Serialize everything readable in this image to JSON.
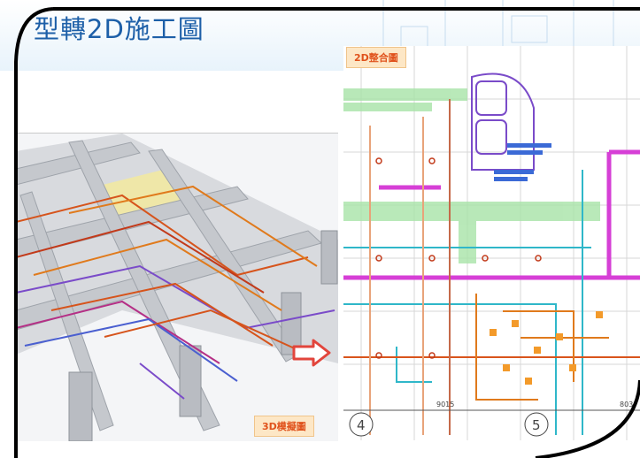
{
  "header": {
    "title": "型轉2D施工圖"
  },
  "panel_2d": {
    "label": "2D整合圖",
    "dim_label": "9015",
    "dim_label_2": "803",
    "grid_markers": [
      "4",
      "5"
    ]
  },
  "panel_3d": {
    "label": "3D模擬圖"
  },
  "colors": {
    "title_blue": "#1d5fa8",
    "label_orange": "#e0521c",
    "label_bg": "#fde7c6",
    "arrow_red": "#e2453c",
    "pipe_magenta": "#d63fd6",
    "pipe_green": "#3fbf4f",
    "pipe_orange": "#e07a1c",
    "pipe_cyan": "#2fb7c9"
  },
  "icons": [
    "arrow-right-icon"
  ]
}
